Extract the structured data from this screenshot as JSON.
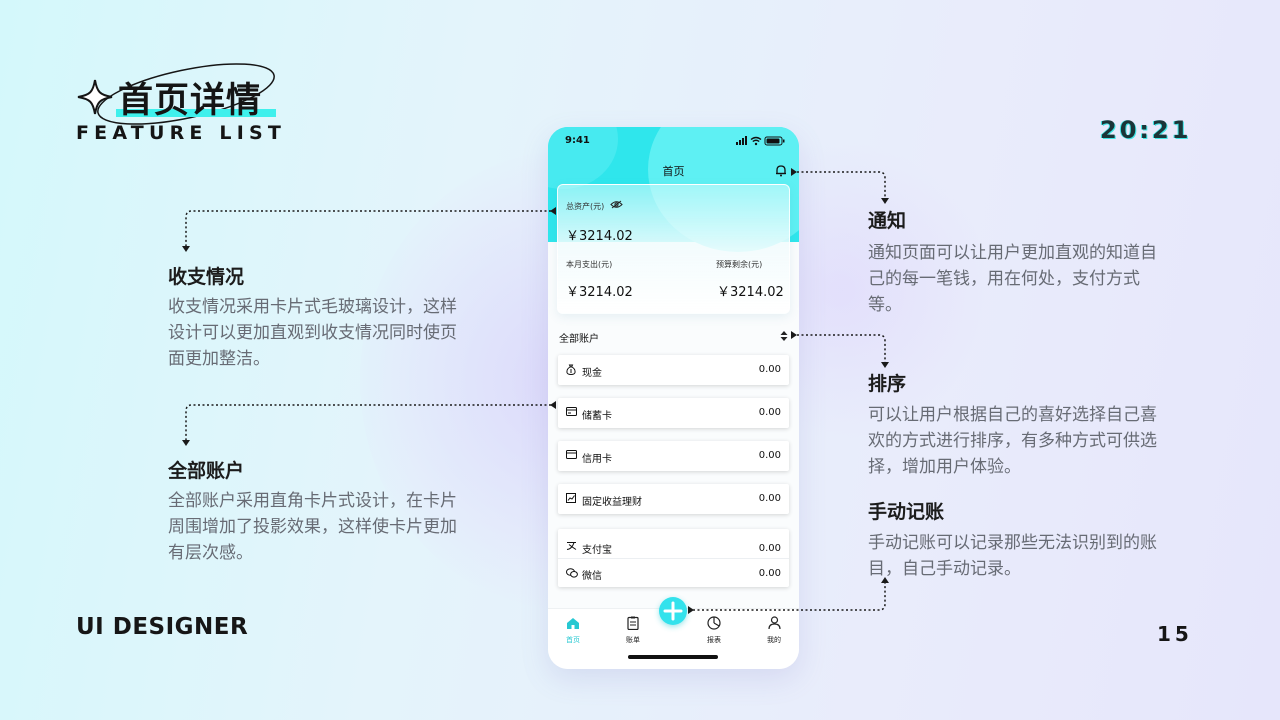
{
  "header": {
    "title": "首页详情",
    "subtitle": "FEATURE LIST",
    "clock": "20:21"
  },
  "footer": {
    "designer": "UI DESIGNER",
    "page_number": "15"
  },
  "annotations": {
    "income": {
      "title": "收支情况",
      "desc": "收支情况采用卡片式毛玻璃设计，这样设计可以更加直观到收支情况同时使页面更加整洁。"
    },
    "accounts": {
      "title": "全部账户",
      "desc": "全部账户采用直角卡片式设计，在卡片周围增加了投影效果，这样使卡片更加有层次感。"
    },
    "notify": {
      "title": "通知",
      "desc": "通知页面可以让用户更加直观的知道自己的每一笔钱，用在何处，支付方式等。"
    },
    "sort": {
      "title": "排序",
      "desc": "可以让用户根据自己的喜好选择自己喜欢的方式进行排序，有多种方式可供选择，增加用户体验。"
    },
    "manual": {
      "title": "手动记账",
      "desc": "手动记账可以记录那些无法识别到的账目，自己手动记录。"
    }
  },
  "phone": {
    "status_time": "9:41",
    "page_title": "首页",
    "assets": {
      "total_label": "总资产(元)",
      "total_value": "￥3214.02",
      "month_spend_label": "本月支出(元)",
      "month_spend_value": "￥3214.02",
      "budget_label": "预算剩余(元)",
      "budget_value": "￥3214.02"
    },
    "section_label": "全部账户",
    "accounts": [
      {
        "name": "现金",
        "value": "0.00",
        "icon": "money-bag-icon"
      },
      {
        "name": "储蓄卡",
        "value": "0.00",
        "icon": "debit-card-icon"
      },
      {
        "name": "信用卡",
        "value": "0.00",
        "icon": "credit-card-icon"
      },
      {
        "name": "固定收益理财",
        "value": "0.00",
        "icon": "chart-icon"
      },
      {
        "name": "支付宝",
        "value": "0.00",
        "icon": "alipay-icon"
      },
      {
        "name": "微信",
        "value": "0.00",
        "icon": "wechat-icon"
      }
    ],
    "tabs": [
      {
        "label": "首页",
        "icon": "home-icon",
        "active": true
      },
      {
        "label": "账单",
        "icon": "bill-icon",
        "active": false
      },
      {
        "label": "报表",
        "icon": "report-icon",
        "active": false
      },
      {
        "label": "我的",
        "icon": "profile-icon",
        "active": false
      }
    ]
  },
  "colors": {
    "accent": "#2fe6ec",
    "tab_active": "#27c8d2",
    "text_dark": "#1c1c1c",
    "text_muted": "#676b74"
  }
}
